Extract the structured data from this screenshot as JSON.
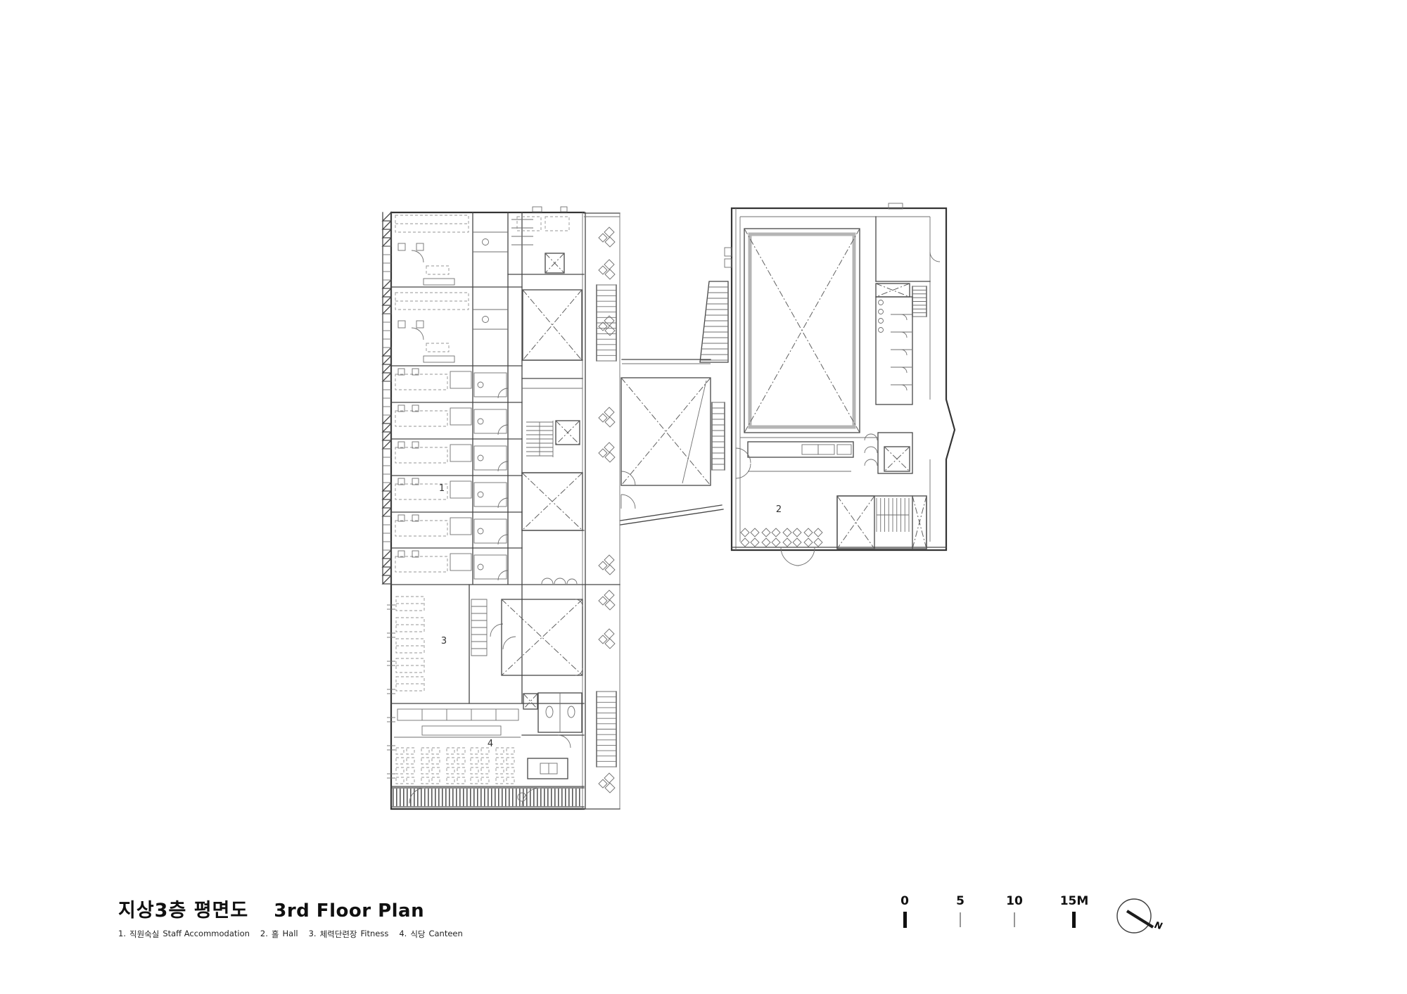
{
  "page": {
    "background": "#ffffff",
    "line_color": "#3f3f3f"
  },
  "title": {
    "ko": "지상3층 평면도",
    "en": "3rd Floor Plan"
  },
  "legend": {
    "items": [
      {
        "no": "1.",
        "ko": "직원숙실",
        "en": "Staff Accommodation"
      },
      {
        "no": "2.",
        "ko": "홀",
        "en": "Hall"
      },
      {
        "no": "3.",
        "ko": "체력단련장",
        "en": "Fitness"
      },
      {
        "no": "4.",
        "ko": "식당",
        "en": "Canteen"
      }
    ]
  },
  "rooms": {
    "r1": "1",
    "r2": "2",
    "r3": "3",
    "r4": "4"
  },
  "scalebar": {
    "marks": [
      "0",
      "5",
      "10",
      "15M"
    ]
  },
  "north": {
    "label": "N"
  }
}
